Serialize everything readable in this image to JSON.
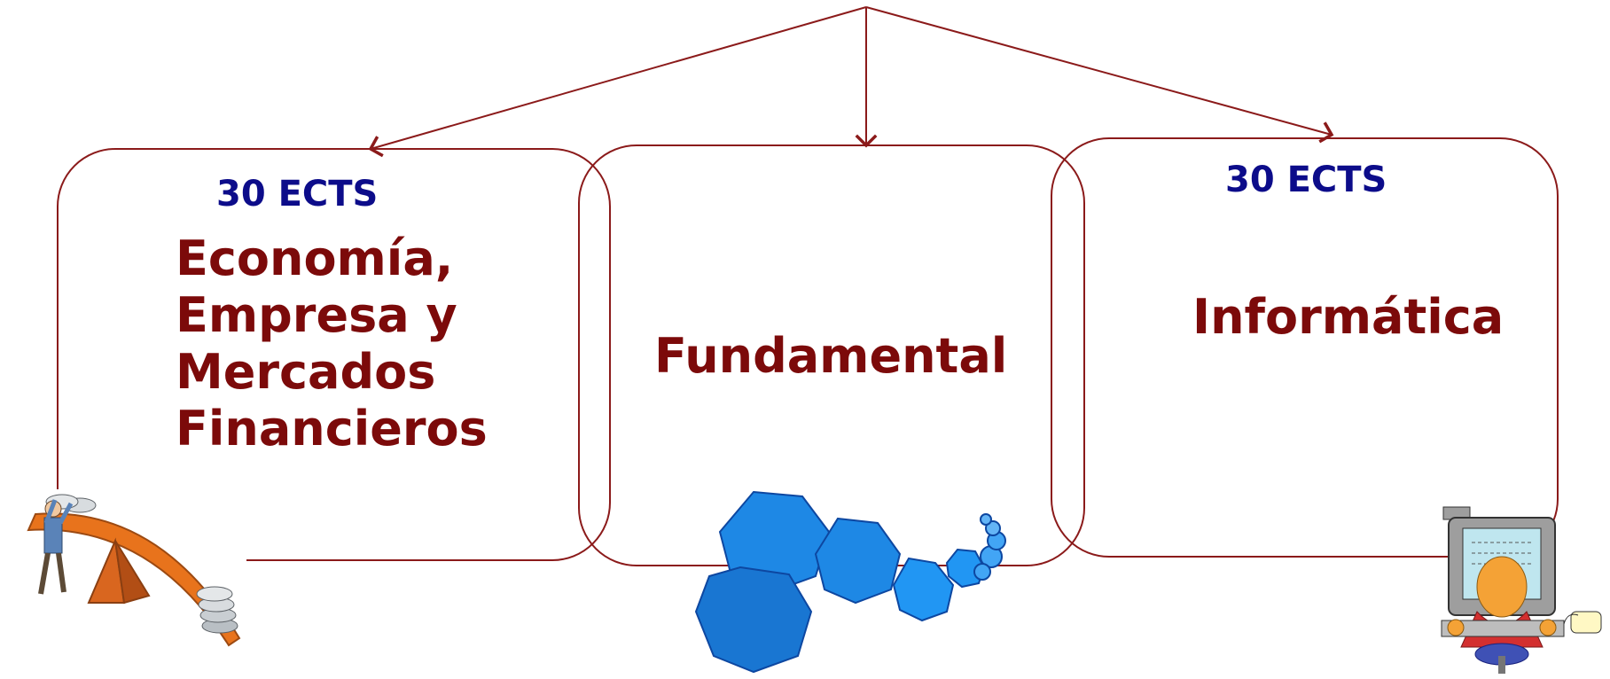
{
  "colors": {
    "connector": "#8b1a1a",
    "box_border": "#8b1a1a",
    "ects_text": "#0c0c8a",
    "subject_text": "#7c0a0a",
    "molecule": "#1e88e5"
  },
  "left_box": {
    "ects": "30 ECTS",
    "title_lines": [
      "Economía,",
      "Empresa y",
      "Mercados",
      "Financieros"
    ],
    "illustration": "balance-scale-coins-illustration"
  },
  "middle_box": {
    "title": "Fundamental",
    "illustration": "blue-molecule-chain-illustration"
  },
  "right_box": {
    "ects": "30 ECTS",
    "title": "Informática",
    "illustration": "person-at-computer-illustration"
  }
}
